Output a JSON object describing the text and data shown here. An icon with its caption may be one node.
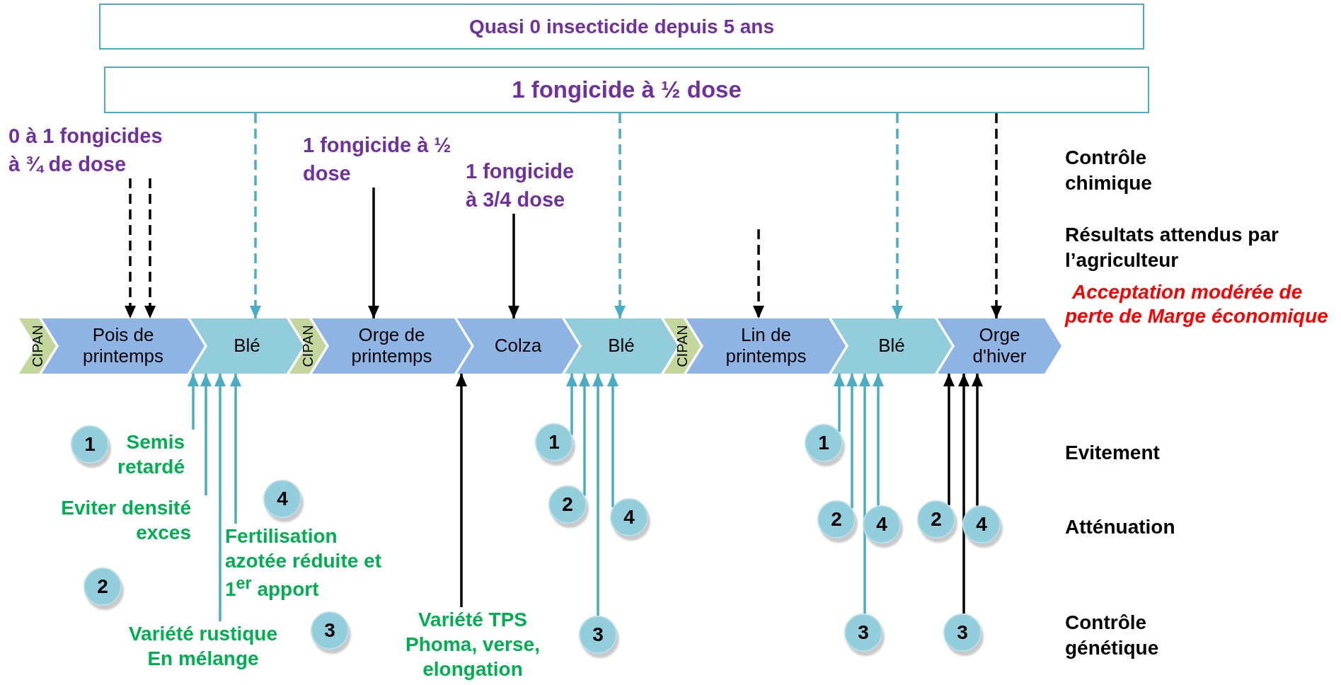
{
  "diagram": {
    "nodes": [
      {
        "text": [
          "Quasi 0 insecticide depuis 5 ans"
        ]
      },
      {
        "text": [
          "1 fongicide à ½ dose"
        ]
      },
      {
        "text": [
          "0 à 1 fongicides à ¾ de dose"
        ]
      },
      {
        "text": [
          "1 fongicide à ½ dose"
        ]
      },
      {
        "text": [
          "1 fongicide à 3/4 dose"
        ]
      },
      {
        "text": [
          "CIPAN"
        ]
      },
      {
        "text": [
          "Pois de printemps"
        ]
      },
      {
        "text": [
          "Blé"
        ]
      },
      {
        "text": [
          "CIPAN"
        ]
      },
      {
        "text": [
          "Orge de printemps"
        ]
      },
      {
        "text": [
          "Colza"
        ]
      },
      {
        "text": [
          "Blé"
        ]
      },
      {
        "text": [
          "CIPAN"
        ]
      },
      {
        "text": [
          "Lin de printemps"
        ]
      },
      {
        "text": [
          "Blé"
        ]
      },
      {
        "text": [
          "Orge d'hiver"
        ]
      },
      {
        "text": [
          "1"
        ]
      },
      {
        "text": [
          "Semis retardé"
        ]
      },
      {
        "text": [
          "Eviter densité exces"
        ]
      },
      {
        "text": [
          "4"
        ]
      },
      {
        "text": [
          "Fertilisation azotée réduite et 1$^{er}$ apport"
        ]
      },
      {
        "text": [
          "2"
        ]
      },
      {
        "text": [
          "Variété rustique En mélange"
        ]
      },
      {
        "text": [
          "3"
        ]
      },
      {
        "text": [
          "Variété TPS Phoma, verse, elongation"
        ]
      },
      {
        "text": [
          "1"
        ]
      },
      {
        "text": [
          "2"
        ]
      },
      {
        "text": [
          "4"
        ]
      },
      {
        "text": [
          "3"
        ]
      },
      {
        "text": [
          "1"
        ]
      },
      {
        "text": [
          "2"
        ]
      },
      {
        "text": [
          "4"
        ]
      },
      {
        "text": [
          "3"
        ]
      },
      {
        "text": [
          "2"
        ]
      },
      {
        "text": [
          "4"
        ]
      },
      {
        "text": [
          "3"
        ]
      }
    ],
    "edges": [
      {
        "from": 2,
        "to": 6,
        "arrow": "to",
        "style": "dashed",
        "color": "#000000"
      },
      {
        "from": 2,
        "to": 6,
        "arrow": "to",
        "style": "dashed",
        "color": "#000000"
      },
      {
        "from": 1,
        "to": 7,
        "arrow": "to",
        "style": "dashed"
      },
      {
        "from": 3,
        "to": 9,
        "arrow": "to",
        "color": "#000000"
      },
      {
        "from": 4,
        "to": 10,
        "arrow": "to",
        "color": "#000000"
      },
      {
        "from": 1,
        "to": 11,
        "arrow": "to",
        "style": "dashed"
      },
      {
        "from": null,
        "to": 13,
        "arrow": "to",
        "style": "dashed",
        "color": "#000000"
      },
      {
        "from": 1,
        "to": 14,
        "arrow": "to",
        "style": "dashed"
      },
      {
        "from": 1,
        "to": 15,
        "arrow": "to",
        "style": "dashed",
        "color": "#000000"
      },
      {
        "from": 17,
        "to": 7,
        "arrow": "to"
      },
      {
        "from": 18,
        "to": 7,
        "arrow": "to"
      },
      {
        "from": 22,
        "to": 7,
        "arrow": "to"
      },
      {
        "from": 20,
        "to": 7,
        "arrow": "to"
      },
      {
        "from": 24,
        "to": 10,
        "arrow": "to",
        "color": "#000000"
      },
      {
        "from": 25,
        "to": 11,
        "arrow": "to"
      },
      {
        "from": 26,
        "to": 11,
        "arrow": "to"
      },
      {
        "from": 28,
        "to": 11,
        "arrow": "to"
      },
      {
        "from": 27,
        "to": 11,
        "arrow": "to"
      },
      {
        "from": 29,
        "to": 14,
        "arrow": "to"
      },
      {
        "from": 30,
        "to": 14,
        "arrow": "to"
      },
      {
        "from": 32,
        "to": 14,
        "arrow": "to"
      },
      {
        "from": 31,
        "to": 14,
        "arrow": "to"
      },
      {
        "from": 33,
        "to": 15,
        "arrow": "to",
        "color": "#000000"
      },
      {
        "from": 35,
        "to": 15,
        "arrow": "to",
        "color": "#000000"
      },
      {
        "from": 34,
        "to": 15,
        "arrow": "to",
        "color": "#000000"
      }
    ],
    "labels": [
      "Contrôle chimique",
      "Résultats attendus par l’agriculteur",
      "Acceptation modérée de perte de Marge économique",
      "Evitement",
      "Atténuation",
      "Contrôle génétique"
    ]
  }
}
